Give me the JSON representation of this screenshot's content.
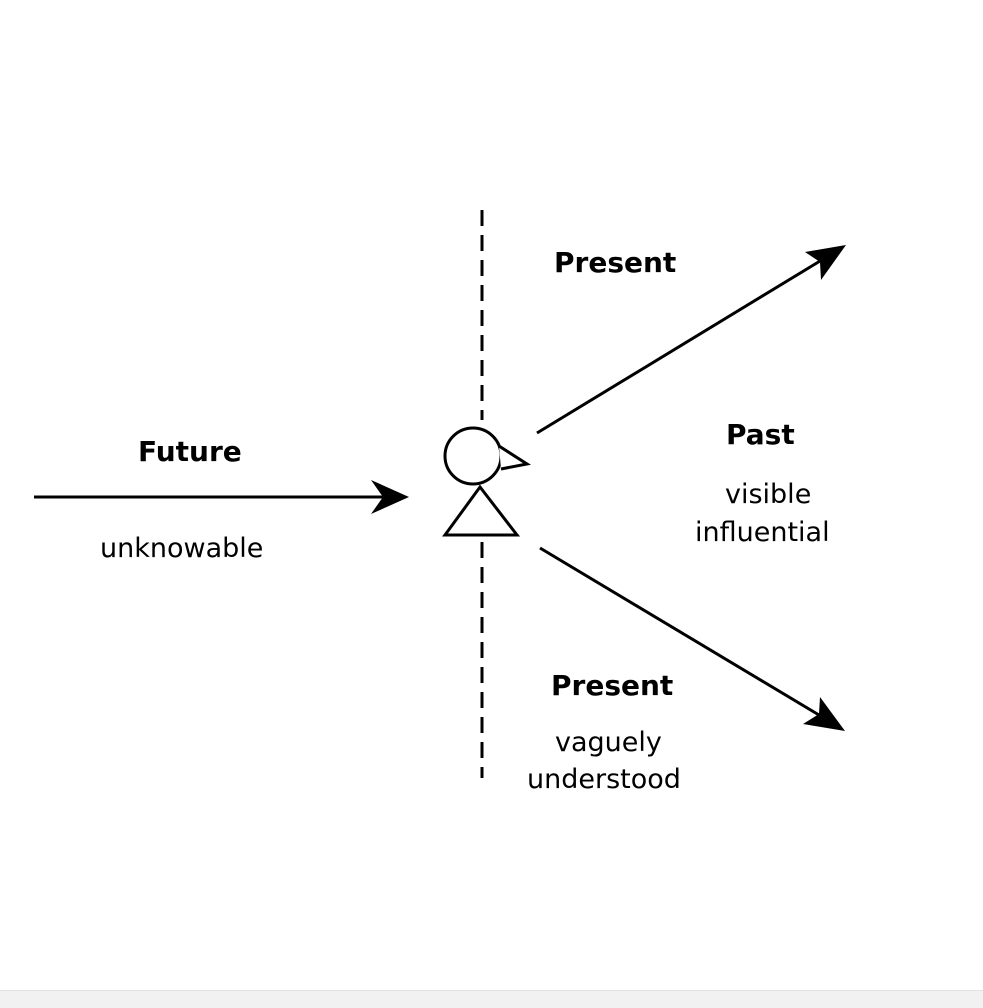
{
  "labels": {
    "future_title": "Future",
    "future_desc": "unknowable",
    "present_top_title": "Present",
    "past_title": "Past",
    "past_desc_line1": "visible",
    "past_desc_line2": "influential",
    "present_bottom_title": "Present",
    "present_bottom_desc_line1": "vaguely",
    "present_bottom_desc_line2": "understood"
  },
  "colors": {
    "stroke": "#000000",
    "background": "#ffffff"
  }
}
